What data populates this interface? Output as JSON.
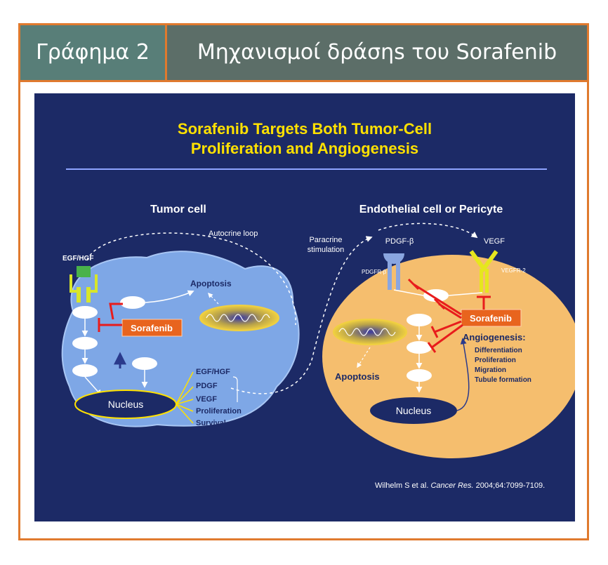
{
  "header": {
    "figure_label": "Γράφημα 2",
    "title": "Μηχανισμοί δράσηs του Sorafenib"
  },
  "slide": {
    "title_line1": "Sorafenib Targets Both Tumor-Cell",
    "title_line2": "Proliferation and Angiogenesis",
    "left_heading": "Tumor cell",
    "right_heading": "Endothelial cell or Pericyte",
    "autocrine": "Autocrine loop",
    "paracrine_1": "Paracrine",
    "paracrine_2": "stimulation",
    "egf_hgf": "EGF/HGF",
    "apoptosis_left": "Apoptosis",
    "sorafenib_left": "Sorafenib",
    "sorafenib_right": "Sorafenib",
    "nucleus_left": "Nucleus",
    "nucleus_right": "Nucleus",
    "outputs": [
      "EGF/HGF",
      "PDGF",
      "VEGF",
      "Proliferation",
      "Survival"
    ],
    "pdgf_b": "PDGF-β",
    "pdgfr_b": "PDGFR-β",
    "vegf": "VEGF",
    "vegfr2": "VEGFR-2",
    "apoptosis_right": "Apoptosis",
    "angiogenesis_title": "Angiogenesis:",
    "angiogenesis_items": [
      "Differentiation",
      "Proliferation",
      "Migration",
      "Tubule formation"
    ],
    "citation_pre": "Wilhelm S et al. ",
    "citation_journal": "Cancer Res.",
    "citation_post": " 2004;64:7099-7109."
  },
  "colors": {
    "frame": "#e07a2e",
    "header_bg": "#5c6e68",
    "header_label_bg": "#587e78",
    "slide_bg": "#1c2a66",
    "title_yellow": "#ffe100",
    "tumor_cell": "#7ea7e6",
    "endothelial_cell": "#f5be6e",
    "sorafenib_box": "#e8641e",
    "inhibition_red": "#e81c1c"
  }
}
